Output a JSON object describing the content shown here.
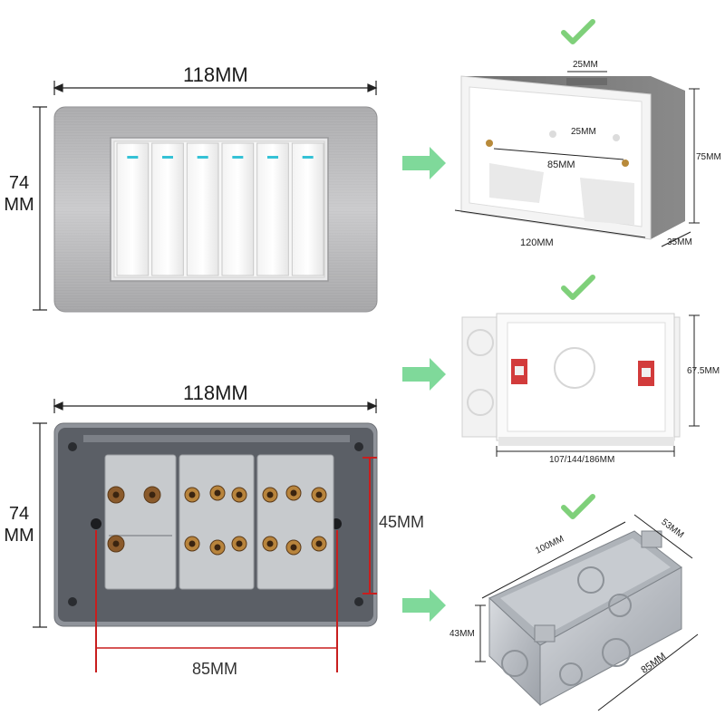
{
  "front_plate": {
    "width_label": "118MM",
    "height_label_top": "74",
    "height_label_bottom": "MM",
    "switch_count": 6,
    "indicator_color": "#35c2d6"
  },
  "back_plate": {
    "width_label": "118MM",
    "height_label_top": "74",
    "height_label_bottom": "MM",
    "hole_spacing_vertical": "45MM",
    "hole_spacing_horizontal": "85MM",
    "accent_color": "#c81e1e"
  },
  "plastic_box": {
    "top_cutout": "25MM",
    "inner_cutout": "25MM",
    "screw_spacing": "85MM",
    "height": "75MM",
    "length": "120MM",
    "depth": "35MM"
  },
  "knockout_box": {
    "height": "67.5MM",
    "length": "107/144/186MM"
  },
  "metal_box": {
    "length": "100MM",
    "width": "53MM",
    "height": "43MM",
    "screw_spacing": "85MM"
  },
  "colors": {
    "check": "#7fd07a",
    "arrow": "#6fd08a"
  }
}
